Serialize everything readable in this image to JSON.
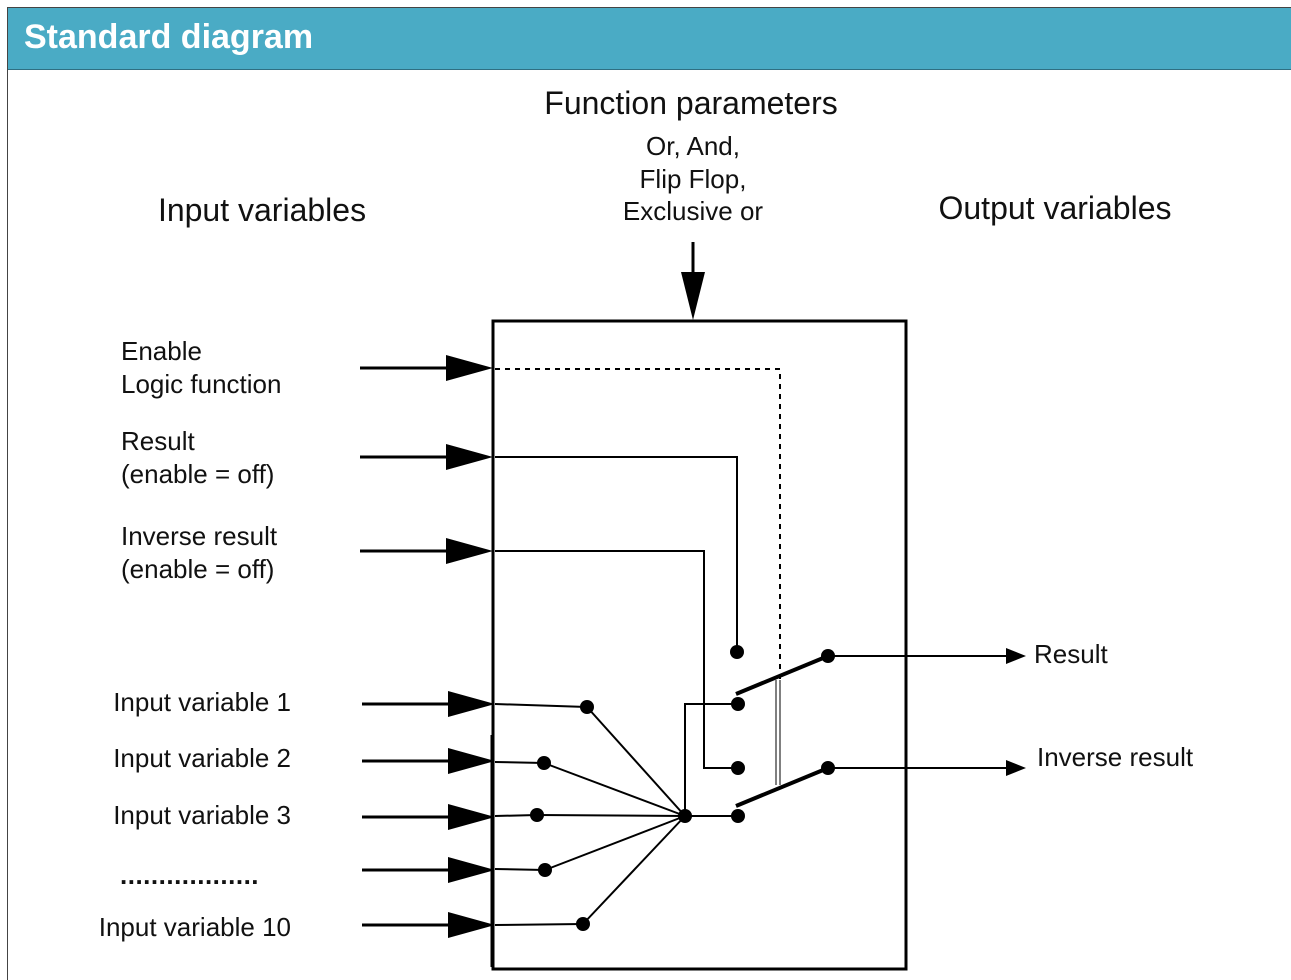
{
  "header": {
    "title": "Standard diagram"
  },
  "diagram": {
    "headings": {
      "function_parameters": "Function parameters",
      "function_options": [
        "Or, And,",
        "Flip Flop,",
        "Exclusive or"
      ],
      "input_variables": "Input variables",
      "output_variables": "Output variables"
    },
    "control_inputs": [
      {
        "lines": [
          "Enable",
          "Logic function"
        ]
      },
      {
        "lines": [
          "Result",
          "(enable = off)"
        ]
      },
      {
        "lines": [
          "Inverse result",
          "(enable = off)"
        ]
      }
    ],
    "input_labels": [
      "Input variable 1",
      "Input variable 2",
      "Input variable 3",
      "",
      "Input variable 10"
    ],
    "ellipsis": "..................",
    "outputs": [
      {
        "label": "Result"
      },
      {
        "label": "Inverse result"
      }
    ],
    "colors": {
      "header": "#4aabc5",
      "line": "#000000"
    }
  }
}
